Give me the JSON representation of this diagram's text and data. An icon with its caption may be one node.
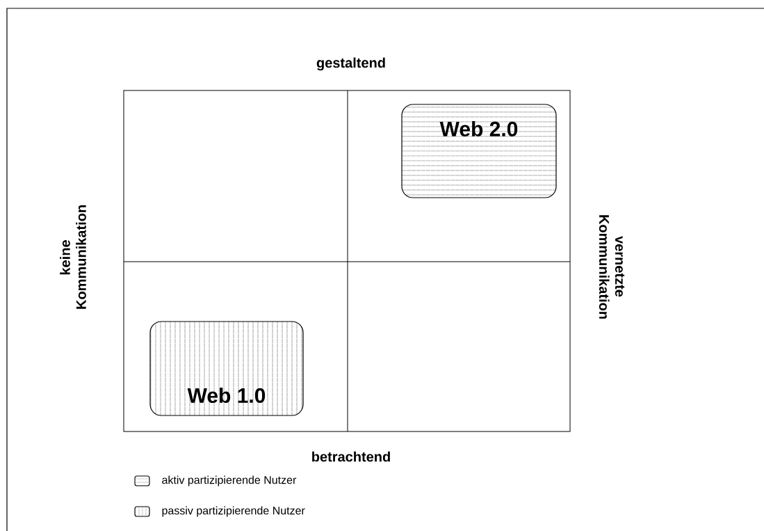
{
  "diagram": {
    "nodes": [
      {
        "text": [
          "Web 2.0"
        ]
      },
      {
        "text": [
          "Web 1.0"
        ]
      }
    ],
    "labels": [
      "gestaltend",
      "keine Kommunikation",
      "vernetzte Kommunikation",
      "betrachtend"
    ],
    "legend": [
      {
        "text": "aktiv partizipierende Nutzer"
      },
      {
        "text": "passiv partizipierende Nutzer"
      }
    ]
  }
}
